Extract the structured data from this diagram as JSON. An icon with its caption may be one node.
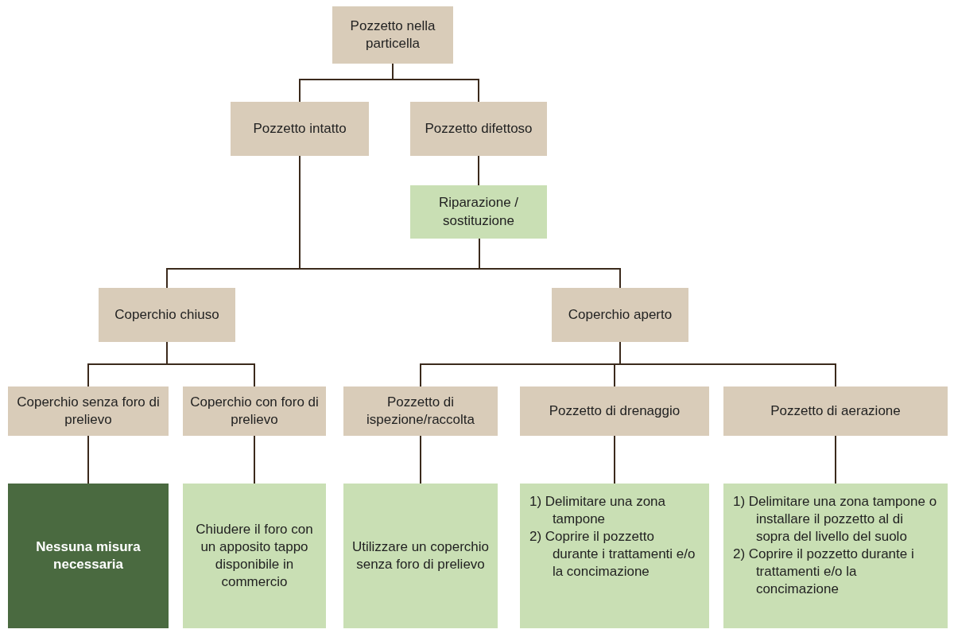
{
  "diagram": {
    "nodes": [
      {
        "text": [
          "Pozzetto nella particella"
        ]
      },
      {
        "text": [
          "Pozzetto intatto"
        ]
      },
      {
        "text": [
          "Pozzetto difettoso"
        ]
      },
      {
        "text": [
          "Riparazione / sostituzione"
        ]
      },
      {
        "text": [
          "Coperchio chiuso"
        ]
      },
      {
        "text": [
          "Coperchio aperto"
        ]
      },
      {
        "text": [
          "Coperchio senza foro di prelievo"
        ]
      },
      {
        "text": [
          "Coperchio con foro di prelievo"
        ]
      },
      {
        "text": [
          "Pozzetto di ispezione/raccolta"
        ]
      },
      {
        "text": [
          "Pozzetto di drenaggio"
        ]
      },
      {
        "text": [
          "Pozzetto di aerazione"
        ]
      },
      {
        "text": [
          "Nessuna misura necessaria"
        ]
      },
      {
        "text": [
          "Chiudere il foro con un apposito tappo disponibile in commercio"
        ]
      },
      {
        "text": [
          "Utilizzare un coperchio senza foro di prelievo"
        ]
      },
      {
        "text": [
          "1) Delimitare una zona tampone",
          "2) Coprire il pozzetto durante i trattamenti e/o la concimazione"
        ]
      },
      {
        "text": [
          "1) Delimitare una zona tampone o installare il pozzetto al di sopra del livello del suolo",
          "2) Coprire il pozzetto durante i trattamenti e/o la concimazione"
        ]
      }
    ],
    "edges": [
      {
        "from": 0,
        "to": 1,
        "arrow": "none"
      },
      {
        "from": 0,
        "to": 2,
        "arrow": "none"
      },
      {
        "from": 2,
        "to": 3,
        "arrow": "none"
      },
      {
        "from": 1,
        "to": 4,
        "arrow": "none"
      },
      {
        "from": 1,
        "to": 5,
        "arrow": "none"
      },
      {
        "from": 3,
        "to": 4,
        "arrow": "none"
      },
      {
        "from": 3,
        "to": 5,
        "arrow": "none"
      },
      {
        "from": 4,
        "to": 6,
        "arrow": "none"
      },
      {
        "from": 4,
        "to": 7,
        "arrow": "none"
      },
      {
        "from": 5,
        "to": 8,
        "arrow": "none"
      },
      {
        "from": 5,
        "to": 9,
        "arrow": "none"
      },
      {
        "from": 5,
        "to": 10,
        "arrow": "none"
      },
      {
        "from": 6,
        "to": 11,
        "arrow": "none"
      },
      {
        "from": 7,
        "to": 12,
        "arrow": "none"
      },
      {
        "from": 8,
        "to": 13,
        "arrow": "none"
      },
      {
        "from": 9,
        "to": 14,
        "arrow": "none"
      },
      {
        "from": 10,
        "to": 15,
        "arrow": "none"
      }
    ]
  }
}
